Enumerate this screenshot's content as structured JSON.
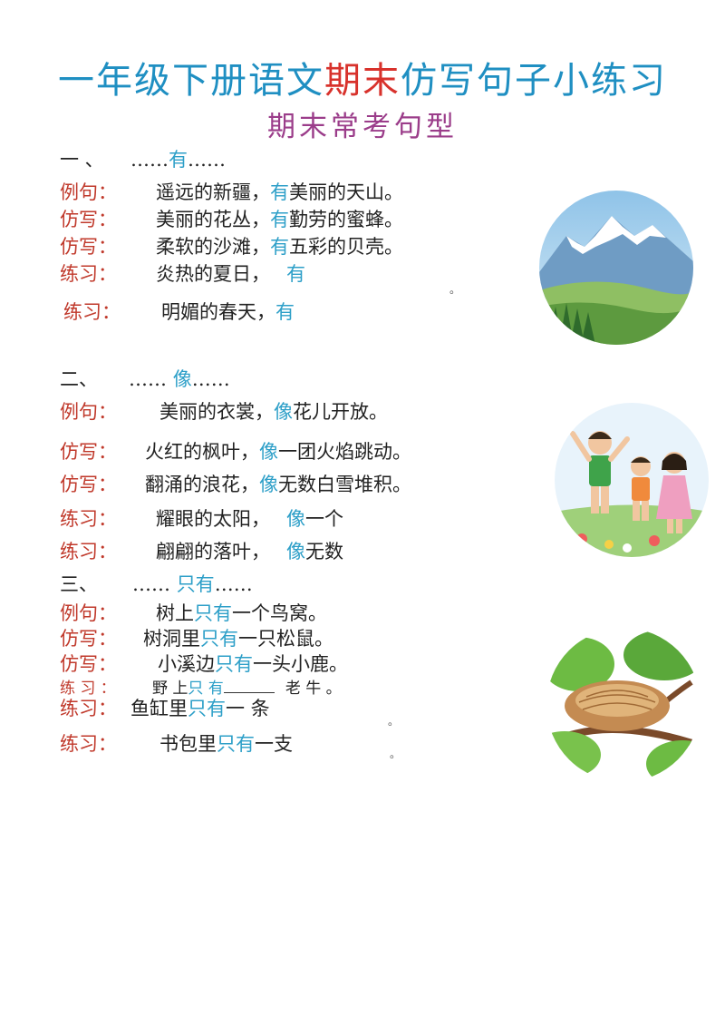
{
  "title": {
    "part1": "一年级下册语文",
    "part2": "期末",
    "part3": "仿写句子小练习"
  },
  "subtitle": "期末常考句型",
  "sections": [
    {
      "num": "一 、",
      "pattern_pre": "……",
      "keyword": "有",
      "pattern_post": "……",
      "rows": [
        {
          "label": "例句：",
          "pre": "遥远的新疆，",
          "kw": "有",
          "post": "美丽的天山。"
        },
        {
          "label": "仿写：",
          "pre": "美丽的花丛，",
          "kw": "有",
          "post": "勤劳的蜜蜂。"
        },
        {
          "label": "仿写：",
          "pre": "柔软的沙滩，",
          "kw": "有",
          "post": "五彩的贝壳。"
        },
        {
          "label": "练习：",
          "pre": "炎热的夏日，",
          "kw": "有",
          "post": ""
        },
        {
          "label": "练习：",
          "pre": "明媚的春天，",
          "kw": "有",
          "post": ""
        }
      ]
    },
    {
      "num": "二、",
      "pattern_pre": "……",
      "keyword": "像",
      "pattern_post": "……",
      "rows": [
        {
          "label": "例句：",
          "pre": "美丽的衣裳，",
          "kw": "像",
          "post": "花儿开放。"
        },
        {
          "label": "仿写：",
          "pre": "火红的枫叶，",
          "kw": "像",
          "post": "一团火焰跳动。"
        },
        {
          "label": "仿写：",
          "pre": "翻涌的浪花，",
          "kw": "像",
          "post": "无数白雪堆积。"
        },
        {
          "label": "练习：",
          "pre": "耀眼的太阳，",
          "kw": "像",
          "post": "一个"
        },
        {
          "label": "练习：",
          "pre": "翩翩的落叶，",
          "kw": "像",
          "post": "无数"
        }
      ]
    },
    {
      "num": "三、",
      "pattern_pre": "……",
      "keyword": "只有",
      "pattern_post": "……",
      "rows": [
        {
          "label": "例句：",
          "pre": "树上",
          "kw": "只有",
          "post": "一个鸟窝。"
        },
        {
          "label": "仿写：",
          "pre": "树洞里",
          "kw": "只有",
          "post": "一只松鼠。"
        },
        {
          "label": "仿写：",
          "pre": "小溪边",
          "kw": "只有",
          "post": "一头小鹿。"
        },
        {
          "label": "练 习 ：",
          "pre": "野 上",
          "kw": "只 有",
          "post": "老 牛 。"
        },
        {
          "label": "练习：",
          "pre": "鱼缸里",
          "kw": "只有",
          "post": "一 条"
        },
        {
          "label": "练习：",
          "pre": "书包里",
          "kw": "只有",
          "post": "一支"
        }
      ]
    }
  ],
  "dots": [
    "。",
    "。",
    "。"
  ],
  "pictures": {
    "mountain": "snow-mountain-illustration",
    "children": "three-children-illustration",
    "nest": "bird-nest-illustration"
  },
  "colors": {
    "label": "#c0392b",
    "keyword": "#2d9fc8",
    "title_blue": "#1f8fc2",
    "title_red": "#d8322c",
    "subtitle": "#9b3d8a"
  }
}
